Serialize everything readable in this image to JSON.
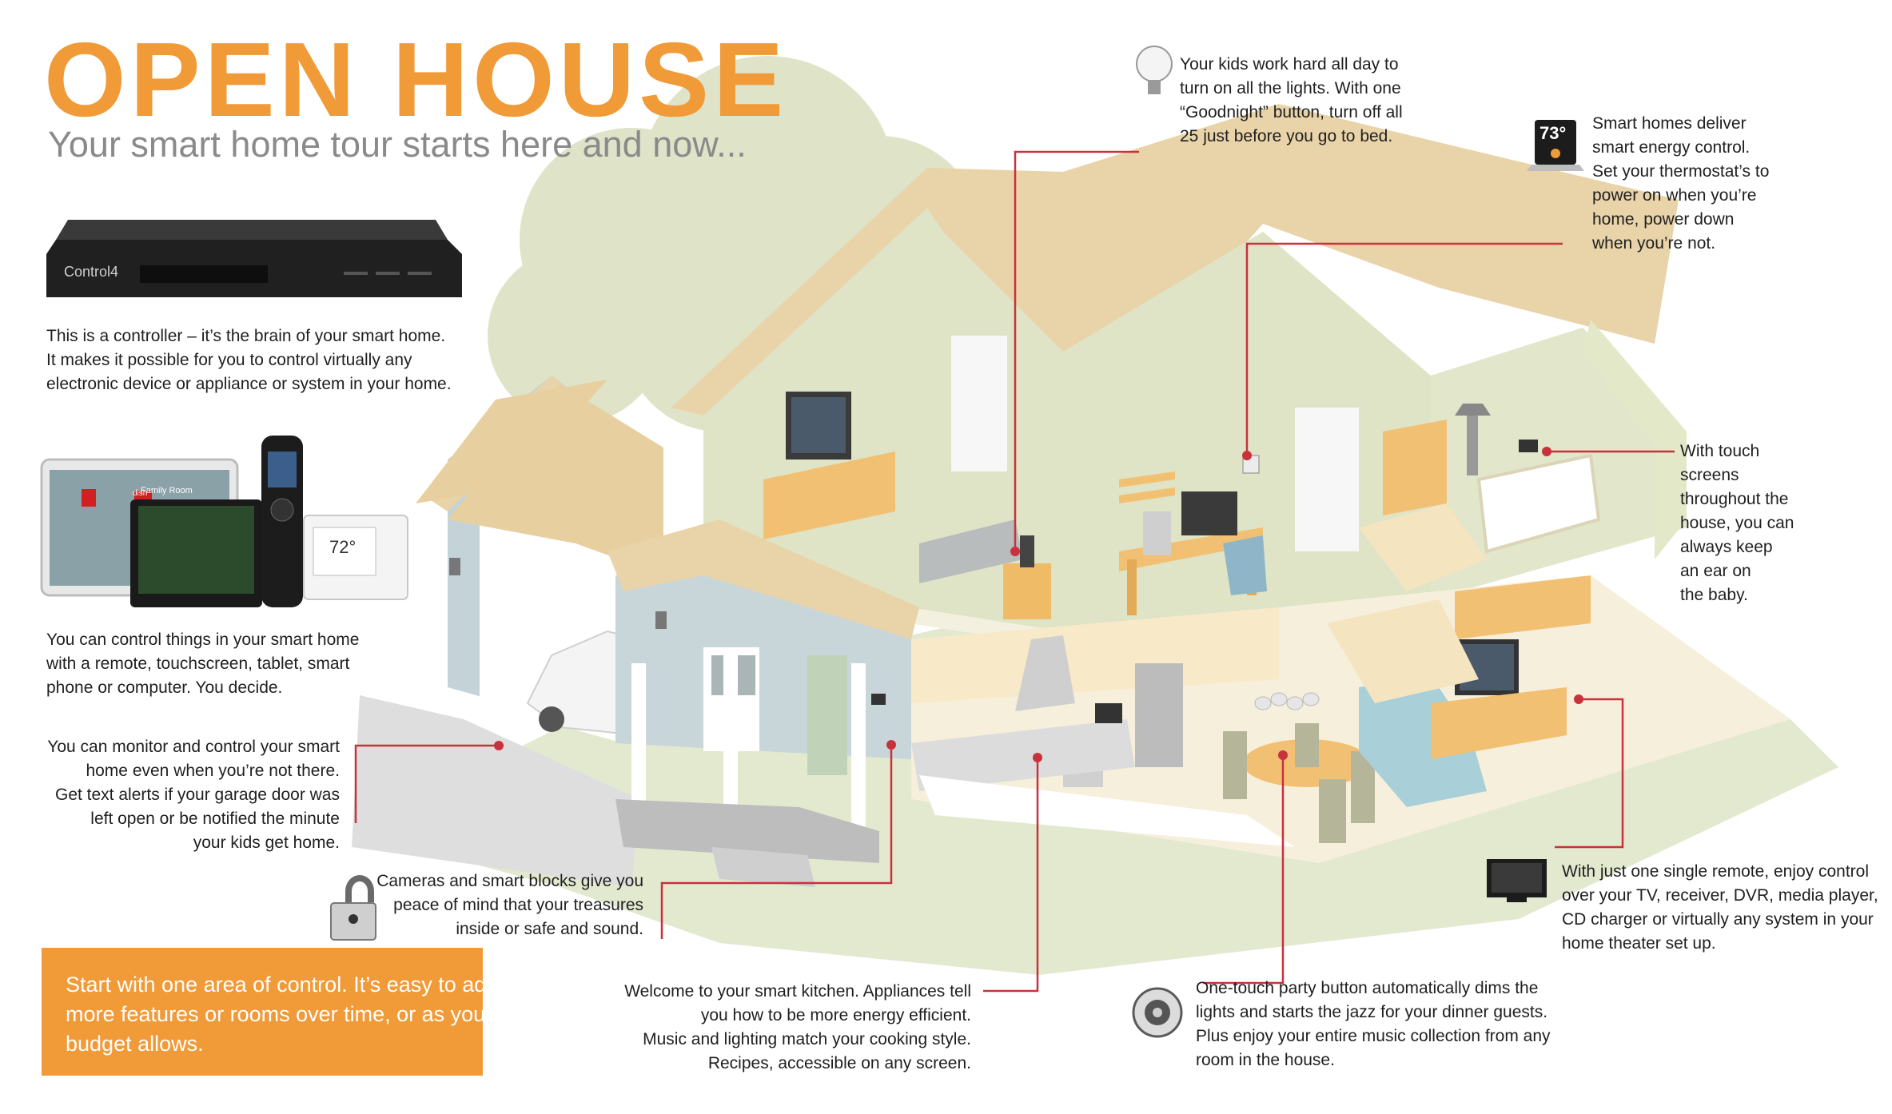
{
  "header": {
    "title": "OPEN HOUSE",
    "subtitle": "Your smart home tour starts here and now..."
  },
  "colors": {
    "accent": "#f19a38",
    "callout_line": "#c8323c",
    "roof": "#e9d3a8",
    "wall": "#dfe4c6",
    "siding": "#c4d3d8"
  },
  "controller": {
    "brand_label": "Control4",
    "caption": [
      "This is a controller – it’s the brain of your smart home.",
      "It makes it possible for you to control virtually any",
      "electronic device or appliance or system in your home."
    ]
  },
  "devices": {
    "tablet_labels": [
      "Family Room",
      "dish"
    ],
    "thermostat_reading": "72°",
    "caption": [
      "You can control things in your smart home",
      "with a remote, touchscreen, tablet, smart",
      "phone or computer. You decide."
    ]
  },
  "monitor_caption": [
    "You can monitor and control your smart",
    "home even when you’re not there.",
    "Get text alerts if your garage door was",
    "left open or be notified the minute",
    "your kids get home."
  ],
  "cameras_caption": [
    "Cameras and smart blocks give you",
    "peace of mind that your treasures",
    "inside or safe and sound."
  ],
  "promo": [
    "Start with one area of control. It’s easy to add",
    "more features or rooms over time, or as your",
    "budget allows."
  ],
  "kitchen_caption": [
    "Welcome to your smart kitchen. Appliances tell",
    "you how to be more energy efficient.",
    "Music and lighting match your cooking style.",
    "Recipes, accessible on any screen."
  ],
  "lights_caption": [
    "Your kids work hard all day to",
    "turn on all the lights. With one",
    "“Goodnight” button, turn off all",
    "25 just before you go to bed."
  ],
  "energy": {
    "thermostat_reading": "73°",
    "caption": [
      "Smart homes deliver",
      "smart energy control.",
      "Set your thermostat’s to",
      "power on when you’re",
      "home, power down",
      "when you’re not."
    ]
  },
  "touch_caption": [
    "With touch",
    "screens",
    "throughout the",
    "house, you can",
    "always keep",
    "an ear on",
    "the baby."
  ],
  "remote_caption": [
    "With just one single remote, enjoy control",
    "over your TV, receiver, DVR, media player,",
    "CD charger or virtually any system in your",
    "home theater set up."
  ],
  "party_caption": [
    "One-touch party button automatically dims the",
    "lights and starts the jazz for your dinner guests.",
    "Plus enjoy your entire music collection from any",
    "room in the house."
  ]
}
